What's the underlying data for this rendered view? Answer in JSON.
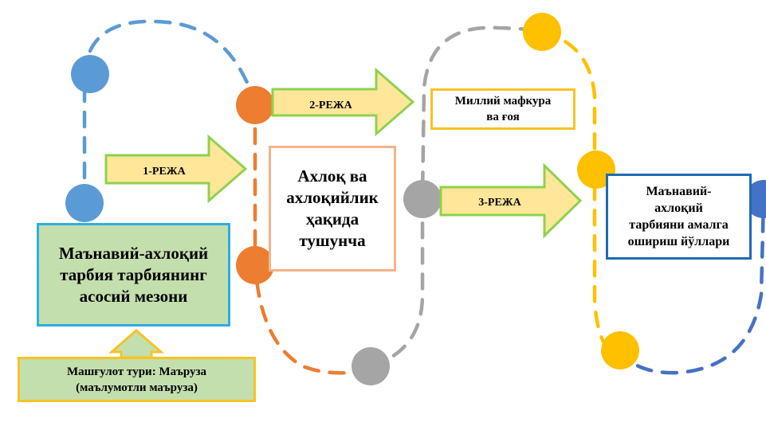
{
  "boxes": {
    "main": "Маънавий-ахлоқий\nтарбия тарбиянинг\nасосий мезони",
    "lesson": "Машғулот тури: Маъруза\n(маълумотли маъруза)",
    "concept": "Ахлоқ ва\nахлоқийлик\nҳақида\nтушунча",
    "ideology": "Миллий мафкура\nва ғоя",
    "ways": "Маънавий-\nахлоқий\nтарбияни амалга\nошириш йўллари"
  },
  "arrows": {
    "stage1": "1-РЕЖА",
    "stage2": "2-РЕЖА",
    "stage3": "3-РЕЖА"
  },
  "colors": {
    "blue_dot": "#5b9bd5",
    "orange_dot": "#ed7d31",
    "gray_dot": "#a5a5a5",
    "yellow_dot": "#ffc000",
    "dark_blue": "#4472c4",
    "arrow_fill": "#ffe699",
    "arrow_stroke": "#8fd14f",
    "box_green": "#c4dfae"
  }
}
